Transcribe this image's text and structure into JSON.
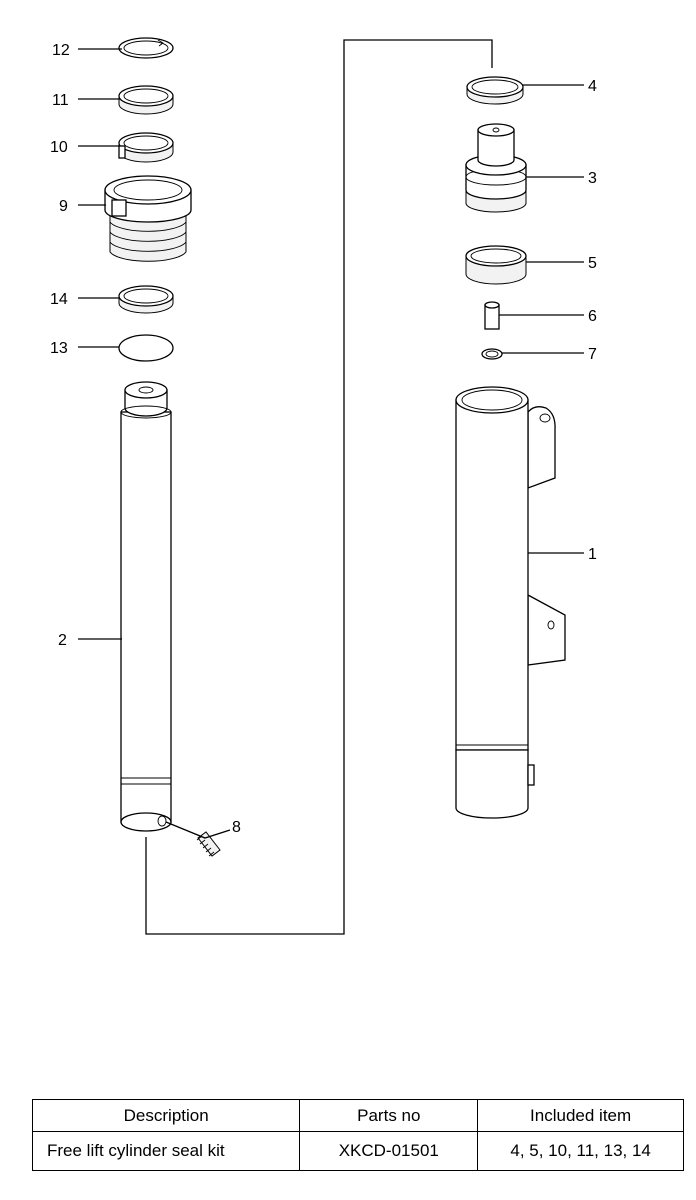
{
  "callouts": [
    {
      "id": "c12",
      "label": "12"
    },
    {
      "id": "c11",
      "label": "11"
    },
    {
      "id": "c10",
      "label": "10"
    },
    {
      "id": "c9",
      "label": "9"
    },
    {
      "id": "c14",
      "label": "14"
    },
    {
      "id": "c13",
      "label": "13"
    },
    {
      "id": "c2",
      "label": "2"
    },
    {
      "id": "c8",
      "label": "8"
    },
    {
      "id": "c4",
      "label": "4"
    },
    {
      "id": "c3",
      "label": "3"
    },
    {
      "id": "c5",
      "label": "5"
    },
    {
      "id": "c6",
      "label": "6"
    },
    {
      "id": "c7",
      "label": "7"
    },
    {
      "id": "c1",
      "label": "1"
    }
  ],
  "table": {
    "headers": [
      "Description",
      "Parts no",
      "Included item"
    ],
    "rows": [
      [
        "Free lift cylinder seal kit",
        "XKCD-01501",
        "4, 5, 10, 11, 13, 14"
      ]
    ]
  }
}
